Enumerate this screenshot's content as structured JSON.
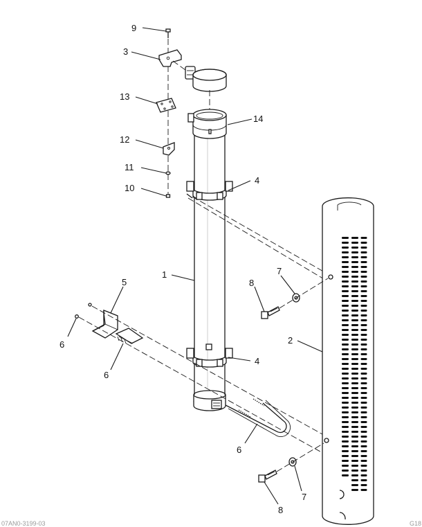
{
  "callouts": {
    "c1": "1",
    "c2": "2",
    "c3": "3",
    "c4a": "4",
    "c4b": "4",
    "c5": "5",
    "c6a": "6",
    "c6b": "6",
    "c6c": "6",
    "c7a": "7",
    "c7b": "7",
    "c8a": "8",
    "c8b": "8",
    "c9": "9",
    "c10": "10",
    "c11": "11",
    "c12": "12",
    "c13": "13",
    "c14": "14"
  },
  "footer": {
    "left": "07AN0-3199-03",
    "right": "G18"
  }
}
